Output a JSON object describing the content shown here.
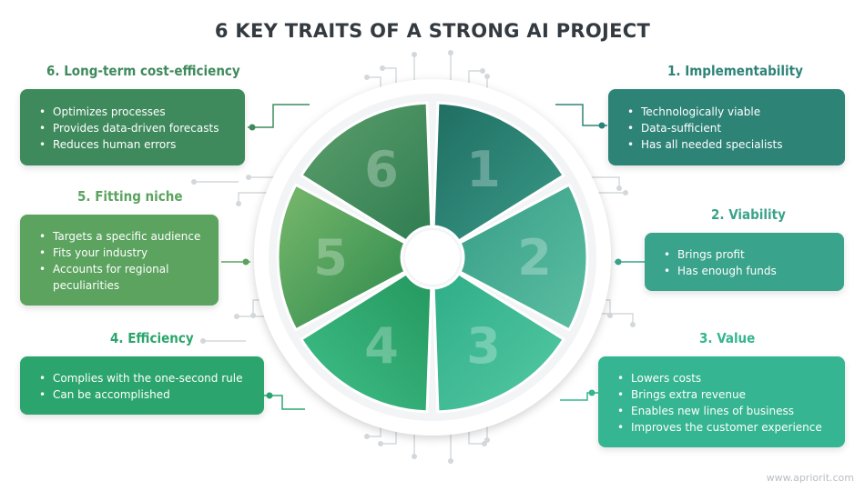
{
  "title": "6 KEY TRAITS OF A STRONG AI PROJECT",
  "watermark": "www.apriorit.com",
  "segments": [
    {
      "number": "1",
      "heading": "1. Implementability",
      "color": "#2e8377",
      "items": [
        "Technologically viable",
        "Data-sufficient",
        "Has all needed specialists"
      ]
    },
    {
      "number": "2",
      "heading": "2. Viability",
      "color": "#3aa38b",
      "items": [
        "Brings profit",
        "Has enough funds"
      ]
    },
    {
      "number": "3",
      "heading": "3. Value",
      "color": "#35b591",
      "items": [
        "Lowers costs",
        "Brings extra revenue",
        "Enables new lines of business",
        "Improves the customer experience"
      ]
    },
    {
      "number": "4",
      "heading": "4. Efficiency",
      "color": "#2ba56d",
      "items": [
        "Complies with the one-second rule",
        "Can be accomplished"
      ]
    },
    {
      "number": "5",
      "heading": "5. Fitting niche",
      "color": "#5ba35f",
      "items": [
        "Targets a specific audience",
        "Fits your industry",
        "Accounts for regional peculiarities"
      ]
    },
    {
      "number": "6",
      "heading": "6. Long-term cost-efficiency",
      "color": "#3f8a5c",
      "items": [
        "Optimizes processes",
        "Provides data-driven forecasts",
        "Reduces human errors"
      ]
    }
  ]
}
